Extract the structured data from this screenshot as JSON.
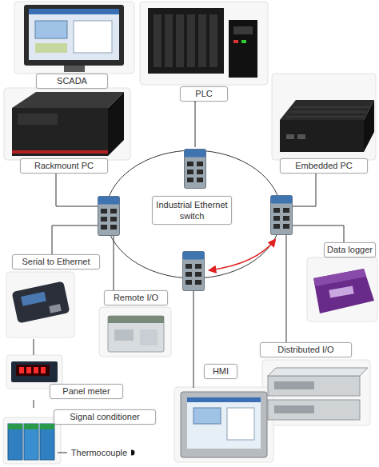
{
  "diagram": {
    "nodes": [
      {
        "text": [
          "SCADA"
        ]
      },
      {
        "text": [
          "PLC"
        ]
      },
      {
        "text": [
          "Rackmount PC"
        ]
      },
      {
        "text": [
          "Embedded PC"
        ]
      },
      {
        "text": [
          "Industrial Ethernet switch"
        ]
      },
      {
        "text": [
          "Data logger"
        ]
      },
      {
        "text": [
          "Serial to Ethernet"
        ]
      },
      {
        "text": [
          "Remote I/O"
        ]
      },
      {
        "text": [
          "Distributed I/O"
        ]
      },
      {
        "text": [
          "HMI"
        ]
      },
      {
        "text": [
          "Panel meter"
        ]
      },
      {
        "text": [
          "Signal conditioner"
        ]
      }
    ],
    "edges": [
      {
        "from": 1,
        "to": 4,
        "arrow": "none"
      },
      {
        "from": 6,
        "to": 10,
        "arrow": "none"
      },
      {
        "from": 10,
        "to": 11,
        "arrow": "none"
      }
    ],
    "labels": [
      "Thermocouple"
    ]
  }
}
